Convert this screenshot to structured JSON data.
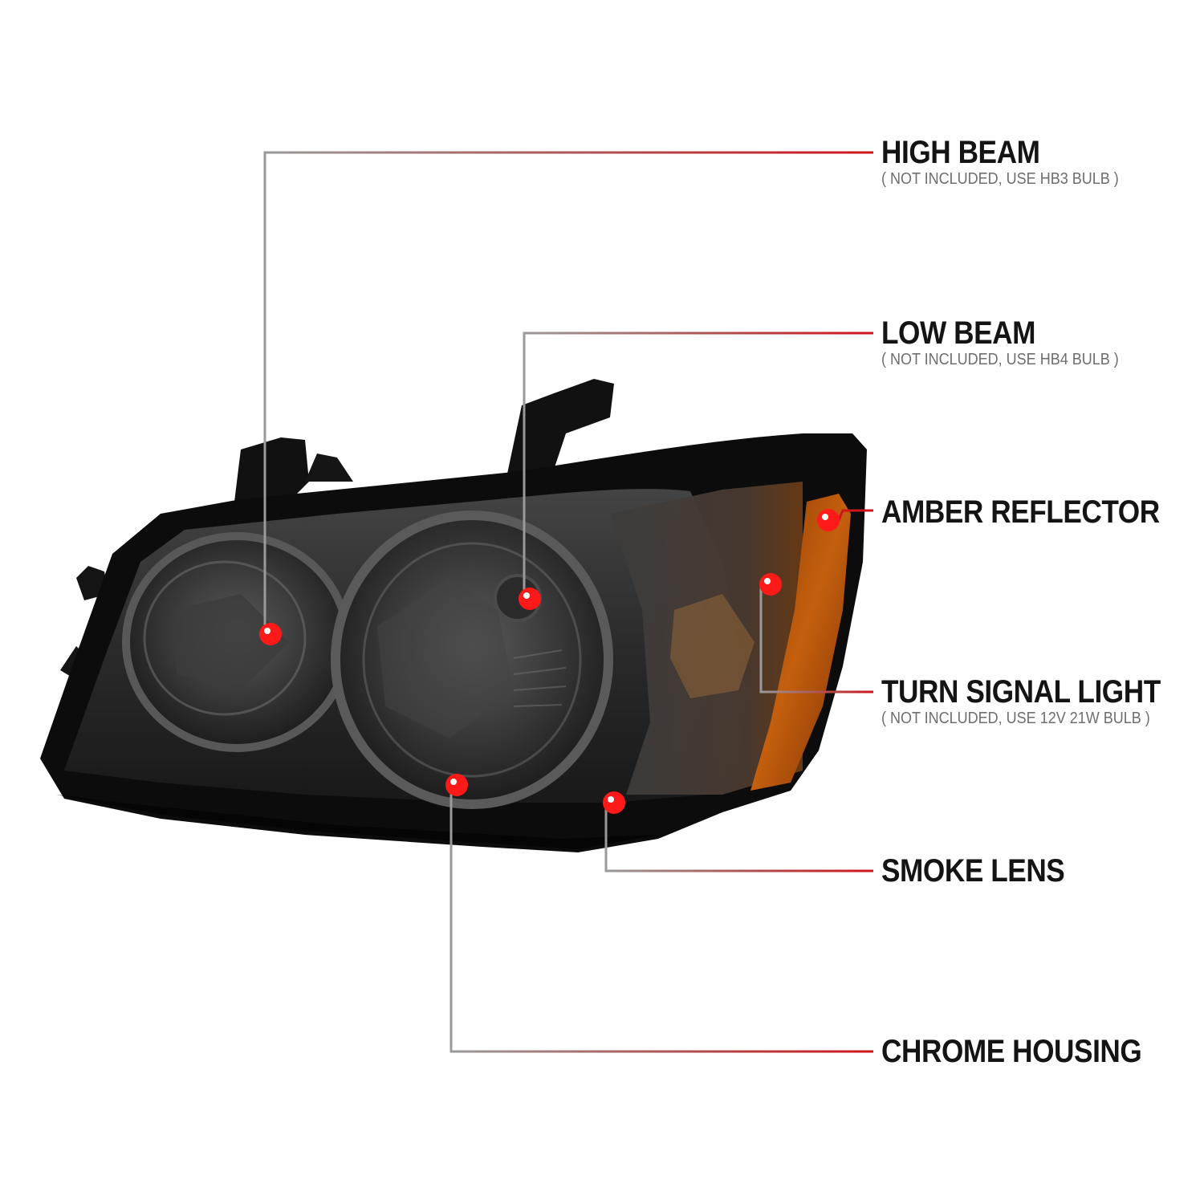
{
  "colors": {
    "background": "#ffffff",
    "leader_red": "#d0141c",
    "leader_gray": "#9a9a9a",
    "dot_red": "#ff1a1a",
    "housing_black": "#0c0c0c",
    "smoke_lens": "#3a3a3a",
    "amber": "#b5530a"
  },
  "callouts": [
    {
      "id": "high-beam",
      "title": "HIGH BEAM",
      "subtitle": "( NOT INCLUDED, USE HB3 BULB )"
    },
    {
      "id": "low-beam",
      "title": "LOW BEAM",
      "subtitle": "( NOT INCLUDED, USE HB4 BULB )"
    },
    {
      "id": "amber-reflector",
      "title": "AMBER REFLECTOR",
      "subtitle": ""
    },
    {
      "id": "turn-signal",
      "title": "TURN SIGNAL LIGHT",
      "subtitle": "( NOT INCLUDED, USE 12V 21W BULB )"
    },
    {
      "id": "smoke-lens",
      "title": "SMOKE LENS",
      "subtitle": ""
    },
    {
      "id": "chrome-housing",
      "title": "CHROME HOUSING",
      "subtitle": ""
    }
  ]
}
